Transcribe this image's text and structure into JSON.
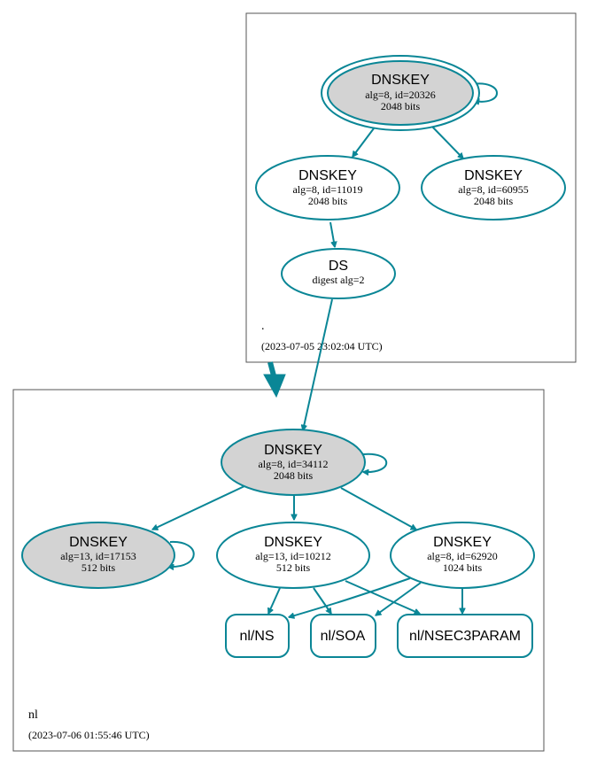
{
  "colors": {
    "edge": "#0a8696",
    "ksk_fill": "#d3d3d3",
    "box_border": "#555555"
  },
  "root_zone": {
    "name": ".",
    "timestamp": "(2023-07-05 23:02:04 UTC)",
    "nodes": {
      "ksk": {
        "title": "DNSKEY",
        "line1": "alg=8, id=20326",
        "line2": "2048 bits"
      },
      "zsk1": {
        "title": "DNSKEY",
        "line1": "alg=8, id=11019",
        "line2": "2048 bits"
      },
      "zsk2": {
        "title": "DNSKEY",
        "line1": "alg=8, id=60955",
        "line2": "2048 bits"
      },
      "ds": {
        "title": "DS",
        "line1": "digest alg=2"
      }
    }
  },
  "nl_zone": {
    "name": "nl",
    "timestamp": "(2023-07-06 01:55:46 UTC)",
    "nodes": {
      "ksk": {
        "title": "DNSKEY",
        "line1": "alg=8, id=34112",
        "line2": "2048 bits"
      },
      "ksk13": {
        "title": "DNSKEY",
        "line1": "alg=13, id=17153",
        "line2": "512 bits"
      },
      "zsk13": {
        "title": "DNSKEY",
        "line1": "alg=13, id=10212",
        "line2": "512 bits"
      },
      "zsk8": {
        "title": "DNSKEY",
        "line1": "alg=8, id=62920",
        "line2": "1024 bits"
      }
    },
    "rrsets": {
      "ns": "nl/NS",
      "soa": "nl/SOA",
      "nsec3param": "nl/NSEC3PARAM"
    }
  }
}
